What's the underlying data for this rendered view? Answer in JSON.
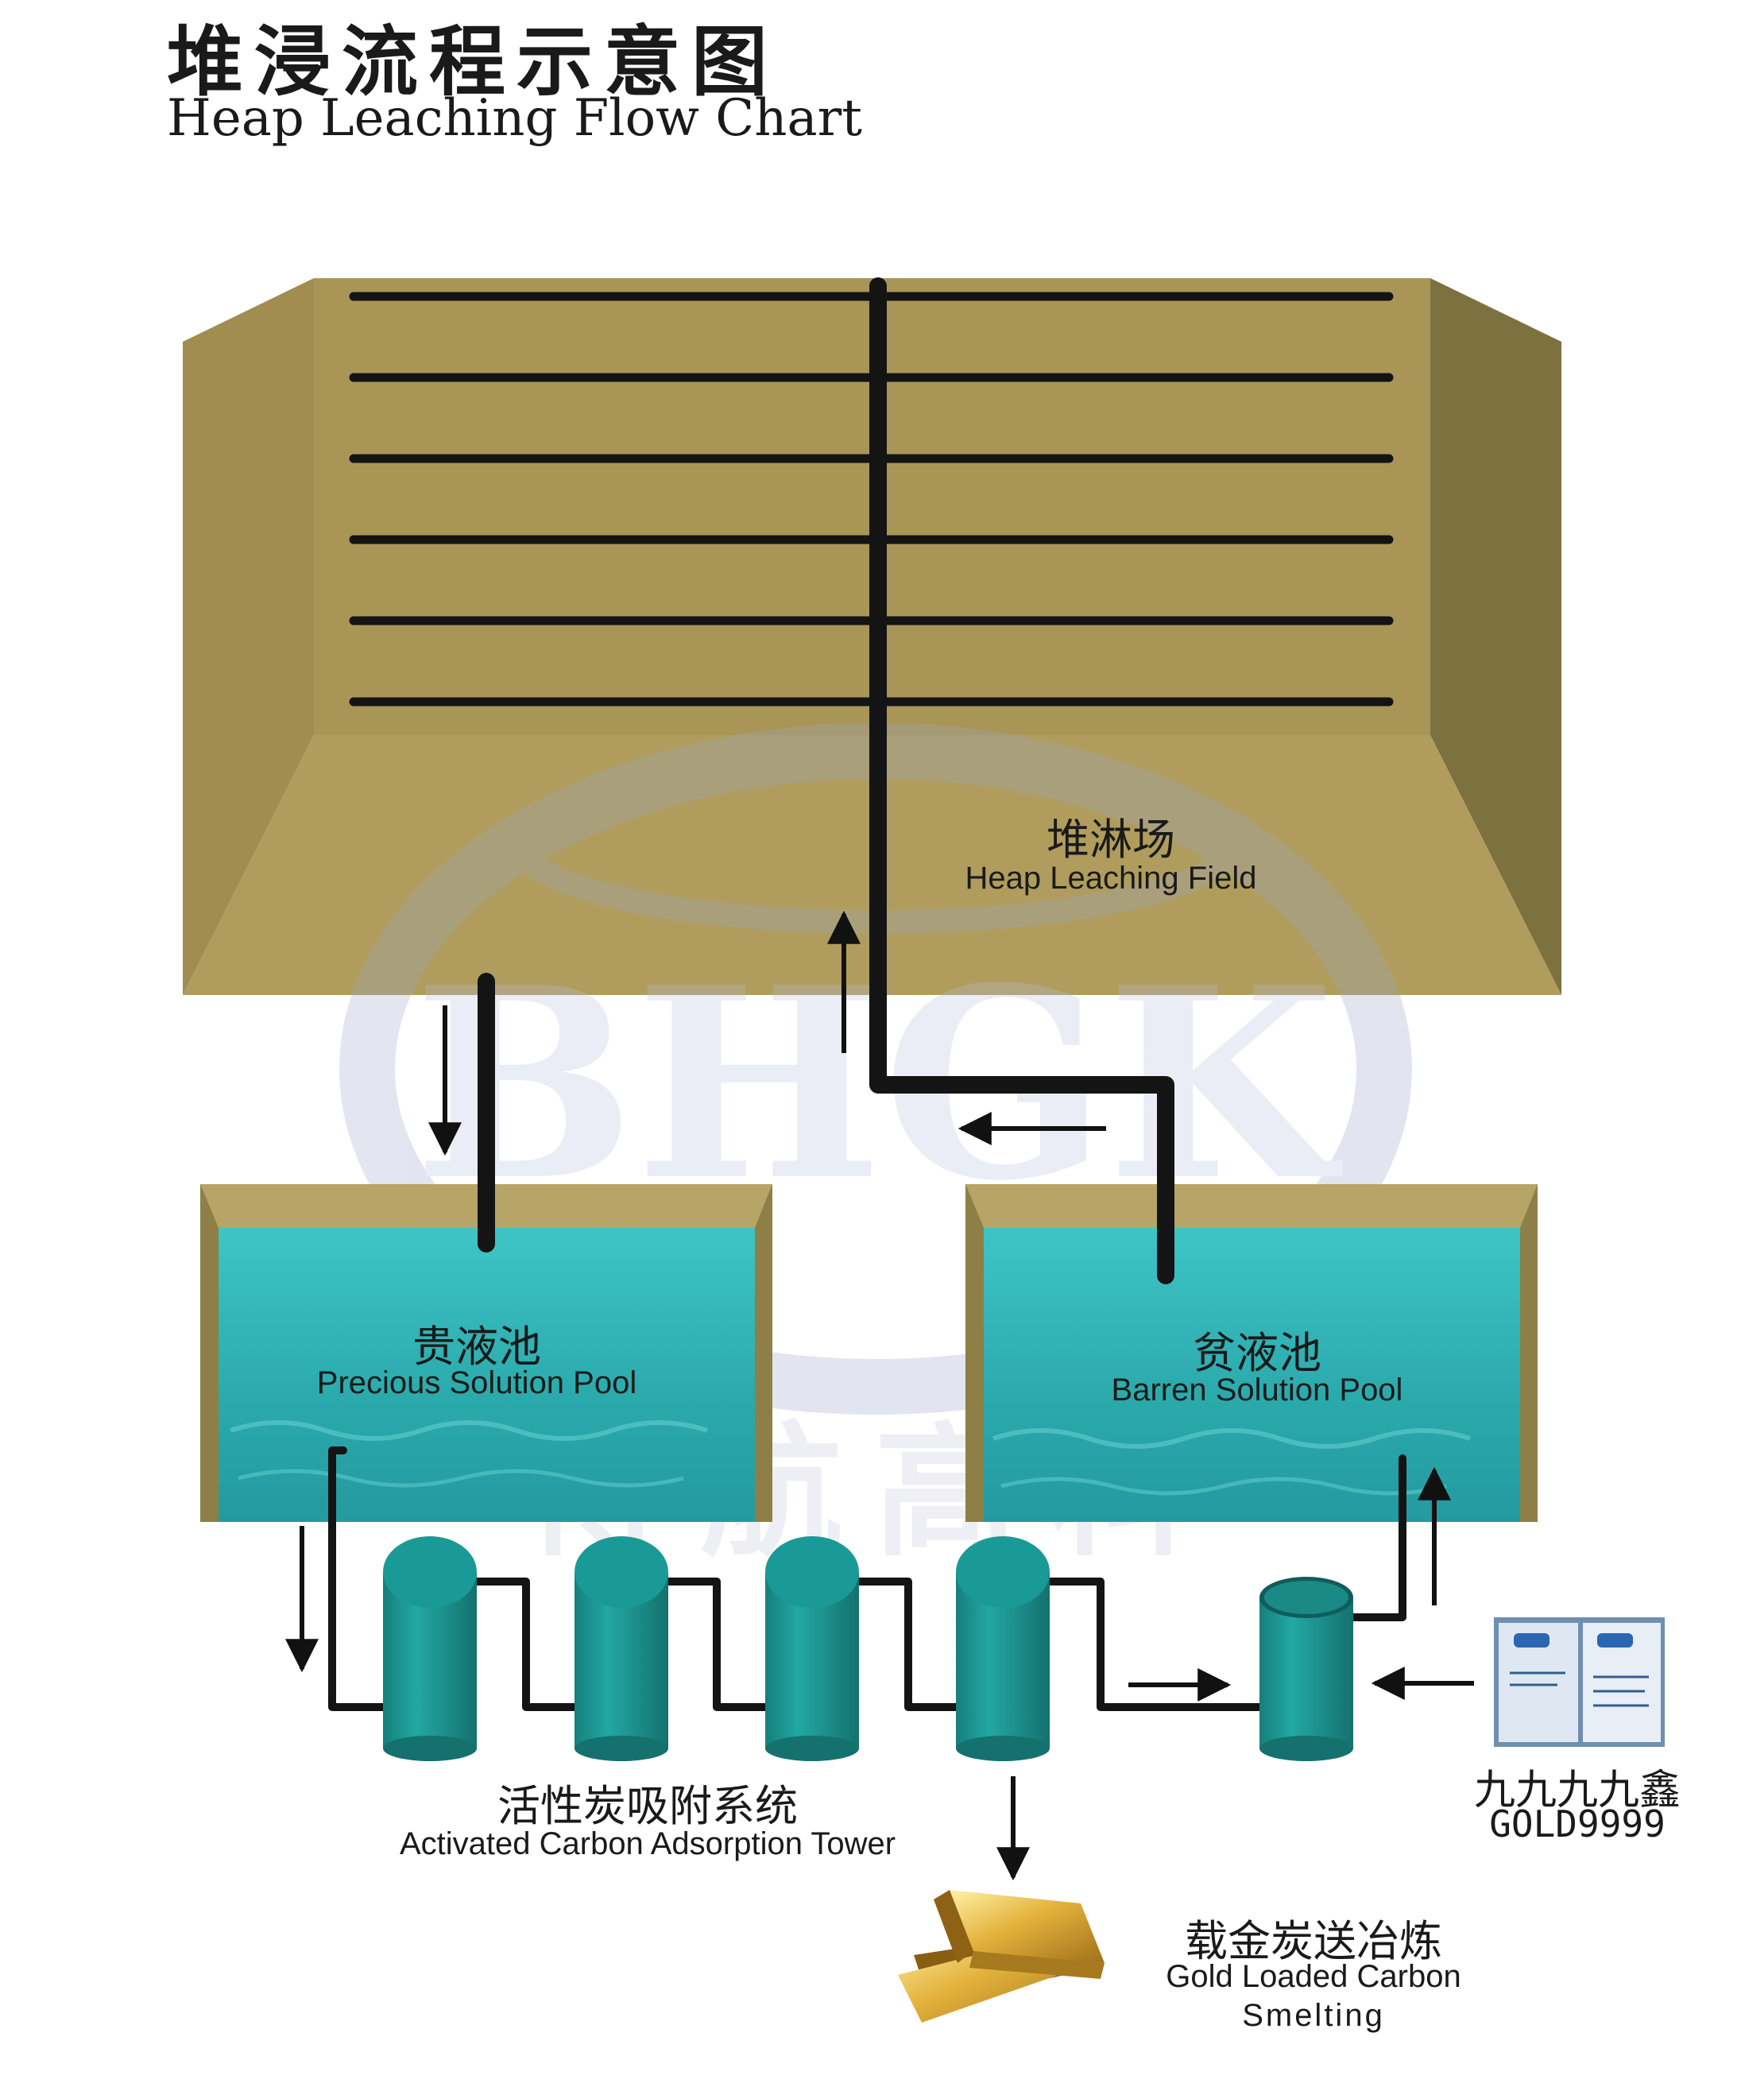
{
  "title": {
    "zh": "堆浸流程示意图",
    "en": "Heap Leaching Flow Chart"
  },
  "watermark": {
    "logo": "BHGK",
    "zh": "博航高科"
  },
  "heap_field": {
    "zh": "堆淋场",
    "en": "Heap Leaching Field"
  },
  "precious_pool": {
    "zh": "贵液池",
    "en": "Precious Solution Pool"
  },
  "barren_pool": {
    "zh": "贫液池",
    "en": "Barren Solution Pool"
  },
  "adsorption": {
    "zh": "活性炭吸附系统",
    "en": "Activated Carbon Adsorption Tower"
  },
  "reagent": {
    "zh": "九九九九鑫",
    "en": "GOLD9999"
  },
  "smelting": {
    "zh": "载金炭送冶炼",
    "en_line1": "Gold Loaded Carbon",
    "en_line2": "Smelting"
  },
  "colors": {
    "heap_face": "#ad9a5a",
    "heap_top": "#a69355",
    "heap_side": "#7f7240",
    "pool_rim": "#a6955a",
    "water": "#2fb7b8",
    "tank": "#1e9a97",
    "pipe": "#111111"
  }
}
